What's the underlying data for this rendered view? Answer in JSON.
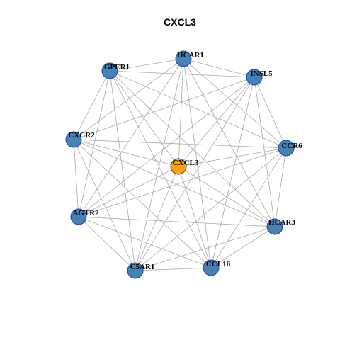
{
  "title": "CXCL3",
  "colors": {
    "hub": "#ffa500",
    "node": "#4682b4",
    "node_border": "#1d3fbf",
    "edge": "#a9a9a9"
  },
  "nodes": [
    {
      "id": "HCAR1",
      "label": "HCAR1",
      "hub": false
    },
    {
      "id": "INSL5",
      "label": "INSL5",
      "hub": false
    },
    {
      "id": "CCR6",
      "label": "CCR6",
      "hub": false
    },
    {
      "id": "HCAR3",
      "label": "HCAR3",
      "hub": false
    },
    {
      "id": "CCL16",
      "label": "CCL16",
      "hub": false
    },
    {
      "id": "C5AR1",
      "label": "C5AR1",
      "hub": false
    },
    {
      "id": "AGTR2",
      "label": "AGTR2",
      "hub": false
    },
    {
      "id": "CXCR2",
      "label": "CXCR2",
      "hub": false
    },
    {
      "id": "GPER1",
      "label": "GPER1",
      "hub": false
    },
    {
      "id": "CXCL3",
      "label": "CXCL3",
      "hub": true
    }
  ],
  "edges": [
    [
      "CXCL3",
      "HCAR1"
    ],
    [
      "CXCL3",
      "INSL5"
    ],
    [
      "CXCL3",
      "CCR6"
    ],
    [
      "CXCL3",
      "HCAR3"
    ],
    [
      "CXCL3",
      "CCL16"
    ],
    [
      "CXCL3",
      "C5AR1"
    ],
    [
      "CXCL3",
      "AGTR2"
    ],
    [
      "CXCL3",
      "CXCR2"
    ],
    [
      "CXCL3",
      "GPER1"
    ],
    [
      "HCAR1",
      "INSL5"
    ],
    [
      "HCAR1",
      "CCR6"
    ],
    [
      "HCAR1",
      "HCAR3"
    ],
    [
      "HCAR1",
      "CCL16"
    ],
    [
      "HCAR1",
      "C5AR1"
    ],
    [
      "HCAR1",
      "AGTR2"
    ],
    [
      "HCAR1",
      "CXCR2"
    ],
    [
      "HCAR1",
      "GPER1"
    ],
    [
      "INSL5",
      "CCR6"
    ],
    [
      "INSL5",
      "HCAR3"
    ],
    [
      "INSL5",
      "CCL16"
    ],
    [
      "INSL5",
      "C5AR1"
    ],
    [
      "INSL5",
      "AGTR2"
    ],
    [
      "INSL5",
      "CXCR2"
    ],
    [
      "INSL5",
      "GPER1"
    ],
    [
      "CCR6",
      "HCAR3"
    ],
    [
      "CCR6",
      "CCL16"
    ],
    [
      "CCR6",
      "C5AR1"
    ],
    [
      "CCR6",
      "AGTR2"
    ],
    [
      "CCR6",
      "CXCR2"
    ],
    [
      "CCR6",
      "GPER1"
    ],
    [
      "HCAR3",
      "CCL16"
    ],
    [
      "HCAR3",
      "C5AR1"
    ],
    [
      "HCAR3",
      "AGTR2"
    ],
    [
      "HCAR3",
      "CXCR2"
    ],
    [
      "HCAR3",
      "GPER1"
    ],
    [
      "CCL16",
      "C5AR1"
    ],
    [
      "CCL16",
      "AGTR2"
    ],
    [
      "CCL16",
      "CXCR2"
    ],
    [
      "CCL16",
      "GPER1"
    ],
    [
      "C5AR1",
      "AGTR2"
    ],
    [
      "C5AR1",
      "CXCR2"
    ],
    [
      "C5AR1",
      "GPER1"
    ],
    [
      "AGTR2",
      "CXCR2"
    ],
    [
      "AGTR2",
      "GPER1"
    ],
    [
      "CXCR2",
      "GPER1"
    ]
  ]
}
